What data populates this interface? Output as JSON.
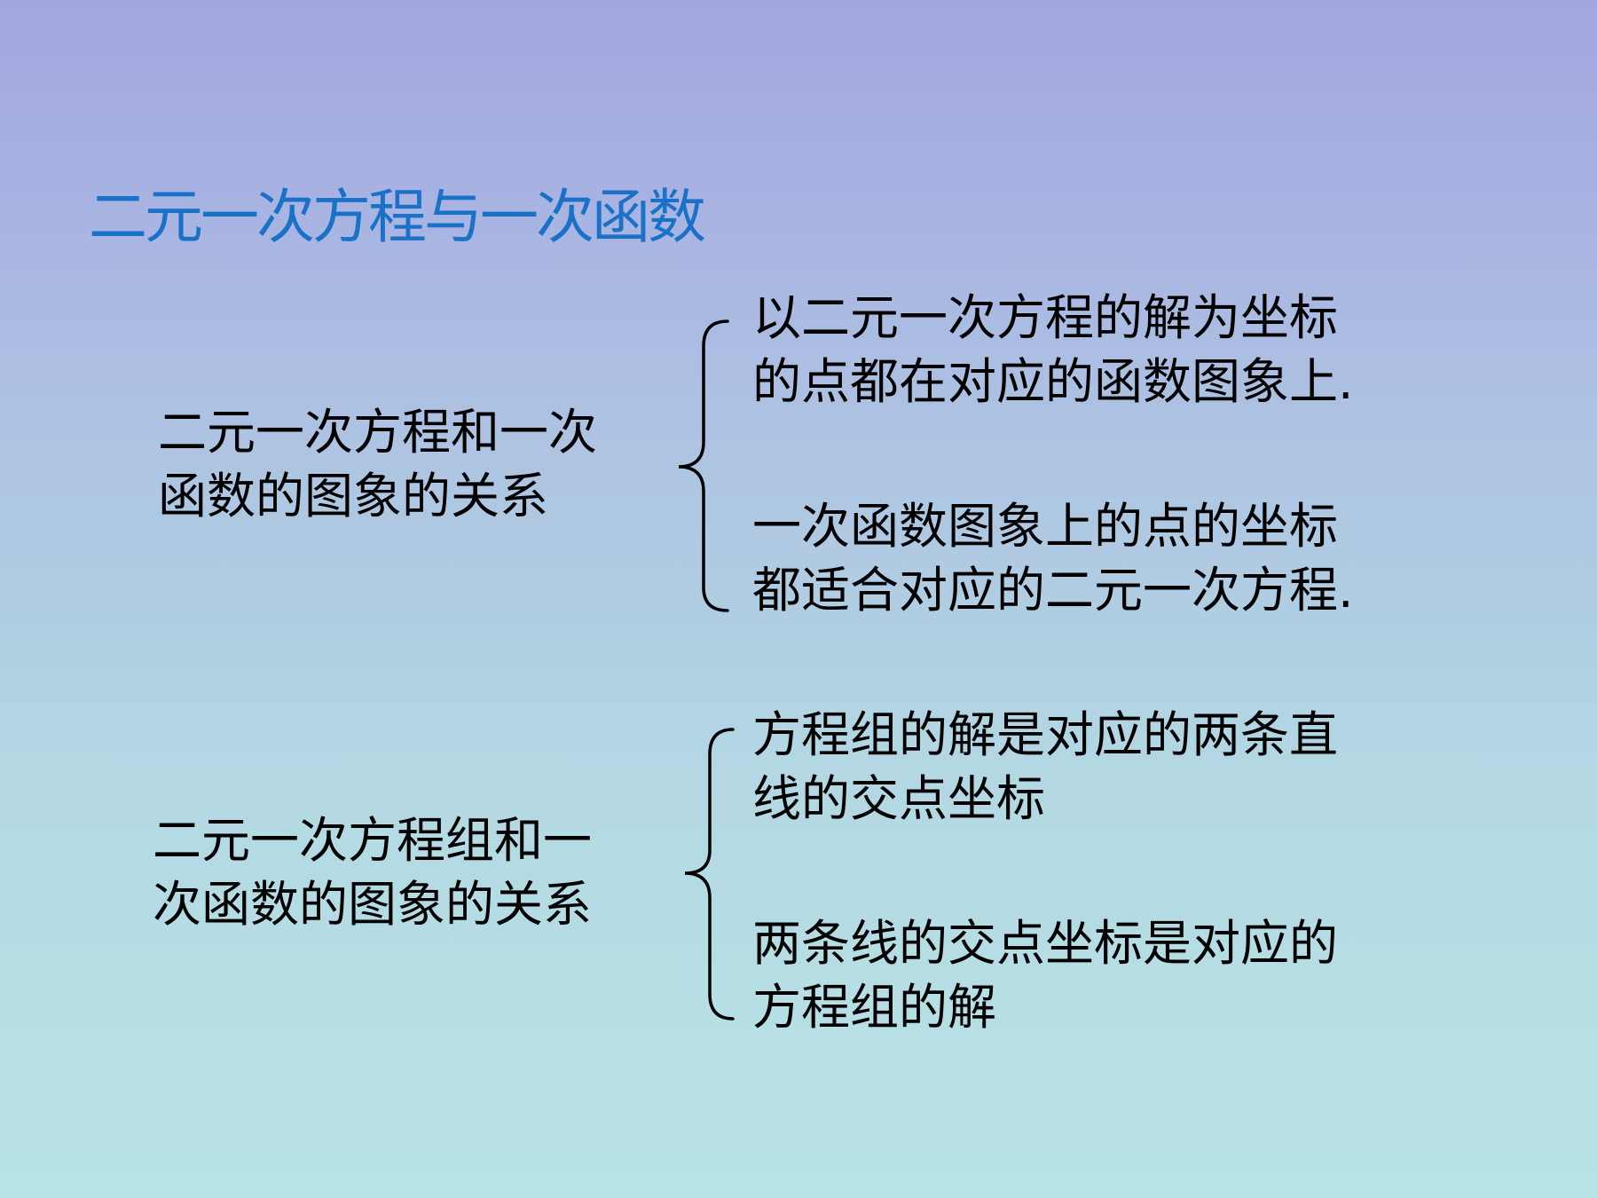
{
  "title": "二元一次方程与一次函数",
  "groups": [
    {
      "left": [
        "二元一次方程和一次",
        "函数的图象的关系"
      ],
      "right": [
        [
          "以二元一次方程的解为坐标",
          "的点都在对应的函数图象上."
        ],
        [
          "一次函数图象上的点的坐标",
          "都适合对应的二元一次方程."
        ]
      ]
    },
    {
      "left": [
        "二元一次方程组和一",
        "次函数的图象的关系"
      ],
      "right": [
        [
          "方程组的解是对应的两条直",
          "线的交点坐标"
        ],
        [
          "两条线的交点坐标是对应的",
          "方程组的解"
        ]
      ]
    }
  ]
}
